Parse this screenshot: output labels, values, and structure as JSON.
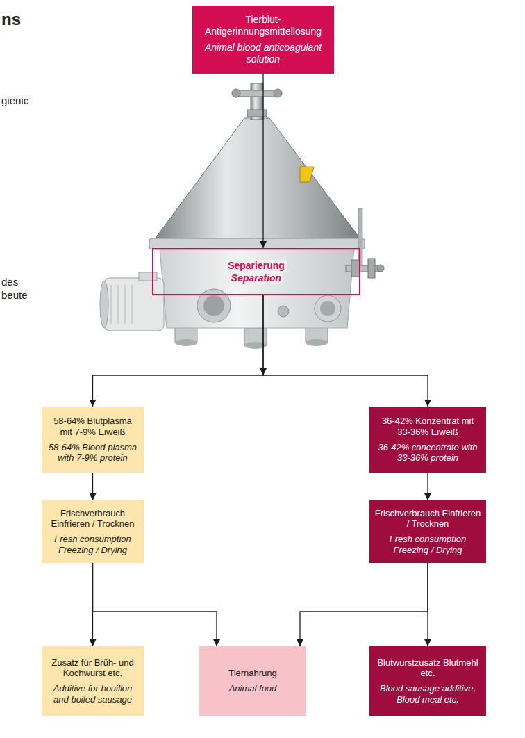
{
  "diagram": {
    "nodes": [
      {
        "text": [
          "Tierblut- Antigerinnungsmittellösung",
          "Animal blood anticoagulant solution"
        ]
      },
      {
        "text": [
          "Separierung",
          "Separation"
        ]
      },
      {
        "text": [
          "58-64% Blutplasma mit 7-9% Eiweiß",
          "58-64% Blood plasma with 7-9% protein"
        ]
      },
      {
        "text": [
          "36-42% Konzentrat mit 33-36% Eiweiß",
          "36-42% concentrate with 33-36% protein"
        ]
      },
      {
        "text": [
          "Frischverbrauch Einfrieren / Trocknen",
          "Fresh consumption Freezing / Drying"
        ]
      },
      {
        "text": [
          "Frischverbrauch Einfrieren / Trocknen",
          "Fresh consumption Freezing / Drying"
        ]
      },
      {
        "text": [
          "Zusatz für Brüh- und Kochwurst etc.",
          "Additive for bouillon and boiled sausage"
        ]
      },
      {
        "text": [
          "Tiernahrung",
          "Animal food"
        ]
      },
      {
        "text": [
          "Blutwurstzusatz Blutmehl etc.",
          "Blood sausage additive, Blood meal etc."
        ]
      }
    ],
    "edges": [
      {
        "from": 0,
        "to": 1,
        "arrow": "to"
      },
      {
        "from": 1,
        "to": 2,
        "arrow": "to"
      },
      {
        "from": 1,
        "to": 3,
        "arrow": "to"
      },
      {
        "from": 2,
        "to": 4,
        "arrow": "to"
      },
      {
        "from": 3,
        "to": 5,
        "arrow": "to"
      },
      {
        "from": 4,
        "to": 6,
        "arrow": "to"
      },
      {
        "from": 4,
        "to": 7,
        "arrow": "to"
      },
      {
        "from": 5,
        "to": 7,
        "arrow": "to"
      },
      {
        "from": 5,
        "to": 8,
        "arrow": "to"
      }
    ],
    "labels": [
      "ns",
      "gienic",
      "des",
      "beute"
    ]
  }
}
